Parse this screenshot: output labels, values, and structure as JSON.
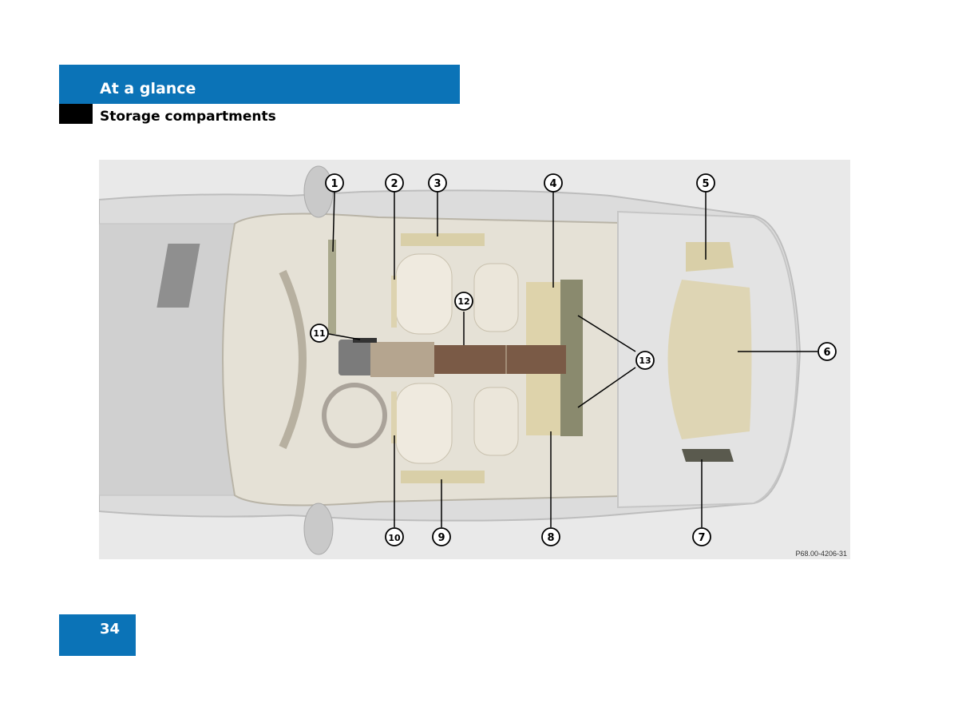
{
  "header": {
    "chapter": "At a glance",
    "section": "Storage compartments"
  },
  "figure": {
    "code": "P68.00-4206-31",
    "callouts": [
      "1",
      "2",
      "3",
      "4",
      "5",
      "6",
      "7",
      "8",
      "9",
      "10",
      "11",
      "12",
      "13"
    ]
  },
  "footer": {
    "page_number": "34"
  },
  "colors": {
    "header_blue": "#0b73b7",
    "compartment_beige": "#d9cfa8",
    "compartment_brown": "#7a5a46"
  }
}
